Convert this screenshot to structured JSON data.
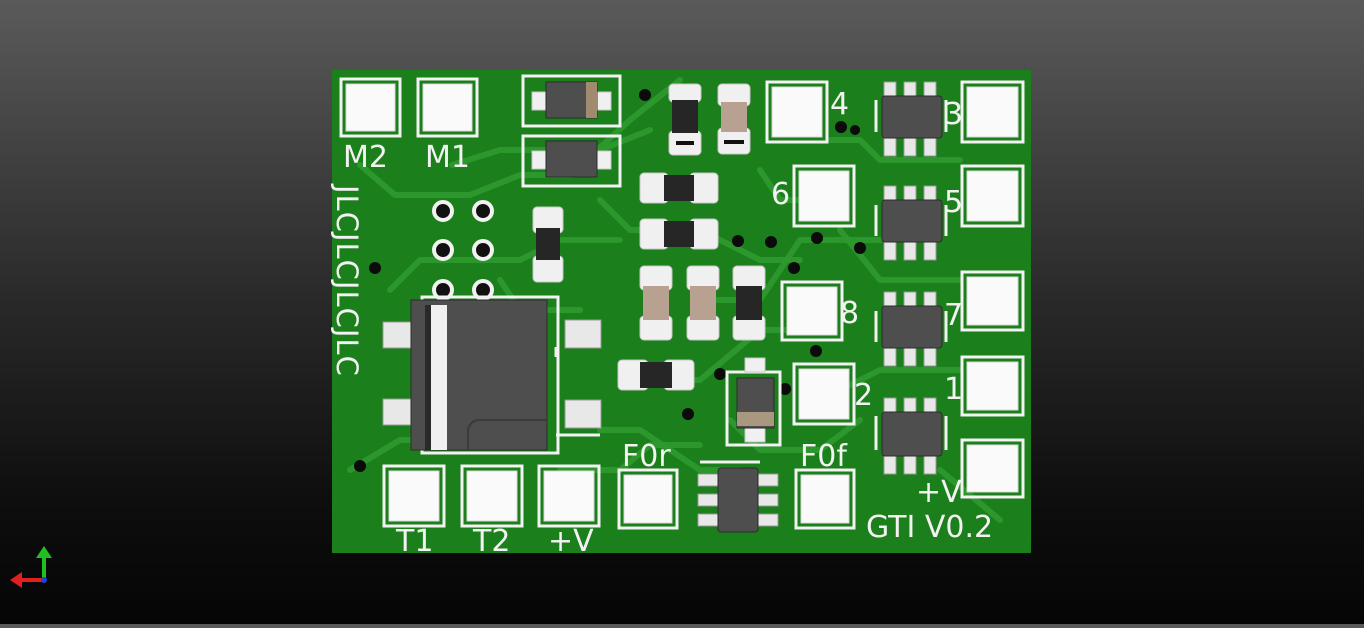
{
  "board": {
    "silkscreen_vertical": "JLCJLCJLCJLC",
    "version_label": "GTI V0.2",
    "colors": {
      "board_green": "#1b7f1b",
      "trace_green": "#2f9a2f",
      "silkscreen": "#f2f2f2",
      "background_top": "#5a5a5a",
      "background_bottom": "#050505"
    }
  },
  "pads": {
    "m2": "M2",
    "m1": "M1",
    "t1": "T1",
    "t2": "T2",
    "plus_v_bottom": "+V",
    "f0r": "F0r",
    "f0f": "F0f",
    "plus_v_right": "+V",
    "out4": "4",
    "out3": "3",
    "out6": "6",
    "out5": "5",
    "out8": "8",
    "out7": "7",
    "out2": "2",
    "out1": "1"
  },
  "axis_indicator": {
    "icon": "axis-triad-icon",
    "colors": {
      "x": "#e02020",
      "y": "#20c020",
      "z": "#2040e0"
    }
  }
}
